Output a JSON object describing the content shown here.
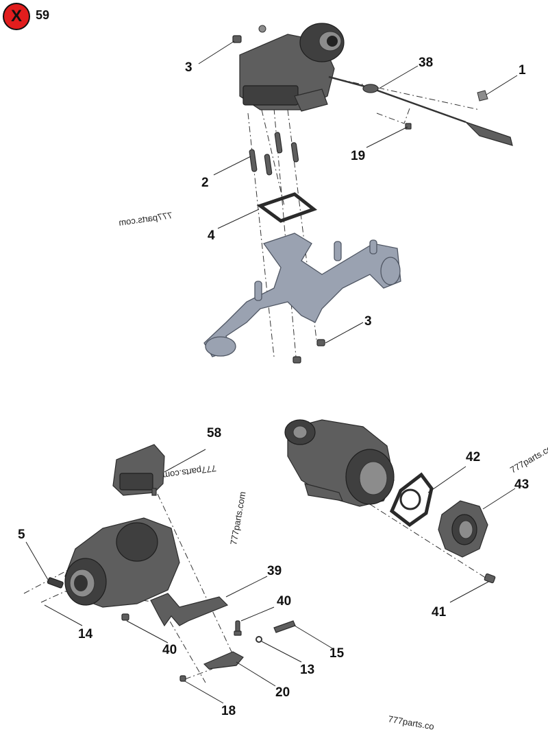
{
  "badge": {
    "symbol": "X",
    "count": "59",
    "color": "#e11d1d"
  },
  "watermark": "777parts.com",
  "watermark_cut": "777parts.co",
  "callouts": {
    "c1": "1",
    "c38": "38",
    "c3a": "3",
    "c3b": "3",
    "c19": "19",
    "c2": "2",
    "c4": "4",
    "c58": "58",
    "c42": "42",
    "c43": "43",
    "c5": "5",
    "c14": "14",
    "c39": "39",
    "c40a": "40",
    "c40b": "40",
    "c15": "15",
    "c13": "13",
    "c20": "20",
    "c18": "18",
    "c41": "41"
  },
  "colors": {
    "part": "#5e5e5e",
    "manifold": "#9aa2b1",
    "ink": "#111111"
  }
}
